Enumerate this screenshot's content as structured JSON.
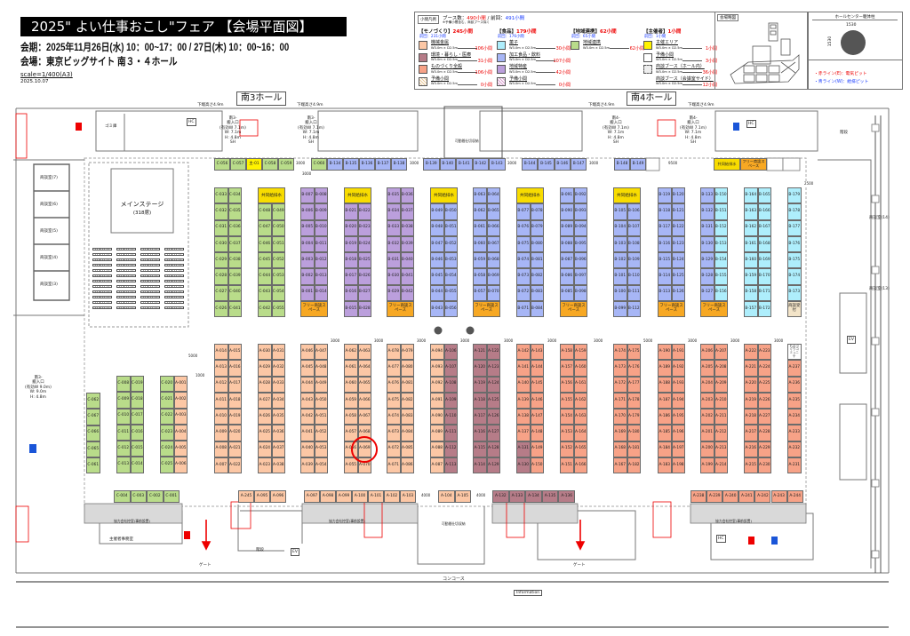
{
  "header": {
    "title": "2025\" よい仕事おこし\"フェア 【会場平面図】",
    "period": "会期：2025年11月26日(水) 10：00~17：00 / 27日(木) 10：00~16：00",
    "venue": "会場：東京ビッグサイト 南３・４ホール",
    "scale": "scale=1/400(A3)",
    "date": "2025.10.07"
  },
  "colors": {
    "machine": "#fcc7a5",
    "env": "#b67c88",
    "mono": "#f7a287",
    "local": "#b9dc8a",
    "sweets": "#aeeefc",
    "food": "#a7b6f6",
    "regional": "#bb9fdc",
    "host": "#fff200",
    "reserve": "#ffffff",
    "water": "#f8dc00",
    "free": "#f7a823",
    "meeting": "#f3e4c8",
    "community": "#ffffff",
    "accent_red": "#e00000",
    "accent_blue": "#1a3cff"
  },
  "legend": {
    "badge": "小間凡例",
    "summary_label": "ブース数：",
    "summary_count": "490小間",
    "summary_prev_label": " / 前回：",
    "summary_prev": "491小間",
    "note": "※予備小間含む、商談ブース除く",
    "groups": [
      {
        "title": "【モノづくり】",
        "count": "245小間",
        "prev": "前回：231小間",
        "items": [
          {
            "name": "機械金属",
            "size": "W3.0m × D2.5m",
            "count": "106小間",
            "cat": "machine"
          },
          {
            "name": "環境・暮らし・医療",
            "size": "W3.0m × D2.5m",
            "count": "31小間",
            "cat": "env"
          },
          {
            "name": "ものづくり全般",
            "size": "W3.0m × D2.5m",
            "count": "106小間",
            "cat": "mono"
          },
          {
            "name": "予備小間",
            "size": "W3.0m × D2.5m",
            "count": "0小間",
            "cat": "reserve-hatch-peach"
          }
        ]
      },
      {
        "title": "【食品】",
        "count": "179小間",
        "prev": "前回：176小間",
        "items": [
          {
            "name": "菓子",
            "size": "W3.0m × D2.5m",
            "count": "30小間",
            "cat": "sweets"
          },
          {
            "name": "加工食品・飲料",
            "size": "W3.0m × D2.5m",
            "count": "107小間",
            "cat": "food"
          },
          {
            "name": "地域特産",
            "size": "W3.0m × D2.5m",
            "count": "42小間",
            "cat": "regional"
          },
          {
            "name": "予備小間",
            "size": "W3.0m × D2.5m",
            "count": "0小間",
            "cat": "reserve-hatch-pink"
          }
        ]
      },
      {
        "title": "【地域連携】",
        "count": "62小間",
        "prev": "前回：65小間",
        "items": [
          {
            "name": "地域連携",
            "size": "W3.0m × D2.5m",
            "count": "62小間",
            "cat": "local"
          }
        ]
      },
      {
        "title": "【主催者】",
        "count": "1小間",
        "prev": "前回：1小間",
        "items": [
          {
            "name": "主催エリア",
            "size": "W3.0m × D2.5m",
            "count": "1小間",
            "cat": "host"
          },
          {
            "name": "予備小間",
            "size": "W3.0m × D2.5m",
            "count": "3小間",
            "cat": "reserve"
          },
          {
            "name": "商談ブース（ホール内）",
            "size": "W3.0m × D2.5m",
            "count": "36小間",
            "cat": "meeting-icon"
          },
          {
            "name": "商談ブース（会議室サイド）",
            "size": "W3.0m × D2.5m",
            "count": "12小間",
            "cat": "none"
          }
        ]
      }
    ],
    "overview_title": "会場略図",
    "pillar_title": "ホールセンター躯体柱",
    "pillar_dim": "1530",
    "pit_red": "・赤ライン(E)：電気ピット",
    "pit_blue": "・青ライン(W)：給排ピット"
  },
  "halls": {
    "south3": "南3ホール",
    "south4": "南4ホール"
  },
  "facilities": {
    "entrance_s3_a": [
      "南3-",
      "搬入口",
      "(有効W 7.1m)",
      "W: 7.1m",
      "H: 4.8m",
      "SH"
    ],
    "entrance_s3_b": [
      "南3-",
      "搬入口",
      "(有効W 7.1m)",
      "W: 7.1m",
      "H: 4.8m",
      "SH"
    ],
    "entrance_s4_a": [
      "南4-",
      "搬入口",
      "(有効W 7.1m)",
      "W: 7.1m",
      "H: 4.8m",
      "SH"
    ],
    "entrance_s4_b": [
      "南4-",
      "搬入口",
      "(有効W 7.1m)",
      "W: 7.1m",
      "H: 4.8m",
      "SH"
    ],
    "entrance_left": [
      "南3-",
      "搬入口",
      "(有効W 9.0m)",
      "W: 9.0m",
      "H: 4.8m"
    ],
    "ceiling_note": "下端高さ4.9m",
    "trash": "ゴミ庫",
    "hc": "HC",
    "ev": "EV",
    "stairs": "階段",
    "gate": "ゲート",
    "concourse": "コンコース",
    "information": "Information",
    "organizer_office": "主催者事務室",
    "partner_room": "協力会社控室(事前設置)",
    "movable_partition": "可動間仕切収納",
    "stage_title": "メインステージ",
    "stage_seats": "(318席)",
    "meeting_rooms_left": [
      "商談室(7)",
      "商談室(6)",
      "商談室(5)",
      "商談室(4)",
      "商談室(3)"
    ],
    "meeting_rooms_right": [
      "商談室(14)",
      "商談室(13)"
    ]
  },
  "booths": {
    "upper_blocks": [
      {
        "cl": "local",
        "cr": "local",
        "left": [
          "C-033",
          "C-032",
          "C-031",
          "C-030",
          "C-029",
          "C-028",
          "C-027",
          "C-026"
        ],
        "right": [
          "C-034",
          "C-035",
          "C-036",
          "C-037",
          "C-038",
          "C-039",
          "C-040",
          "C-041"
        ]
      },
      {
        "header": "共同給排水",
        "cl": "local",
        "cr": "local",
        "left": [
          "C-048",
          "C-047",
          "C-046",
          "C-045",
          "C-044",
          "C-043",
          "C-042"
        ],
        "right": [
          "C-049",
          "C-050",
          "C-051",
          "C-052",
          "C-053",
          "C-054",
          "C-055"
        ]
      },
      {
        "footer": "フリー商談スペース",
        "cl": "regional",
        "cr": "regional",
        "left": [
          "B-007",
          "B-006",
          "B-005",
          "B-004",
          "B-003",
          "B-002",
          "B-001"
        ],
        "right": [
          "B-008",
          "B-009",
          "B-010",
          "B-011",
          "B-012",
          "B-013",
          "B-014"
        ]
      },
      {
        "header": "共同給排水",
        "cl": "regional",
        "cr": "regional",
        "left": [
          "B-021",
          "B-020",
          "B-019",
          "B-018",
          "B-017",
          "B-016",
          "B-015"
        ],
        "right": [
          "B-022",
          "B-023",
          "B-024",
          "B-025",
          "B-026",
          "B-027",
          "B-028"
        ]
      },
      {
        "footer": "フリー商談スペース",
        "cl": "regional",
        "cr": "regional",
        "left": [
          "B-035",
          "B-034",
          "B-033",
          "B-032",
          "B-031",
          "B-030",
          "B-029"
        ],
        "right": [
          "B-036",
          "B-037",
          "B-038",
          "B-039",
          "B-040",
          "B-041",
          "B-042"
        ]
      },
      {
        "header": "共同給排水",
        "cl": "food",
        "cr": "food",
        "left": [
          "B-049",
          "B-048",
          "B-047",
          "B-046",
          "B-045",
          "B-044",
          "B-043"
        ],
        "right": [
          "B-050",
          "B-051",
          "B-052",
          "B-053",
          "B-054",
          "B-055",
          "B-056"
        ]
      },
      {
        "footer": "フリー商談スペース",
        "cl": "food",
        "cr": "food",
        "left": [
          "B-063",
          "B-062",
          "B-061",
          "B-060",
          "B-059",
          "B-058",
          "B-057"
        ],
        "right": [
          "B-064",
          "B-065",
          "B-066",
          "B-067",
          "B-068",
          "B-069",
          "B-070"
        ]
      },
      {
        "header": "共同給排水",
        "cl": "food",
        "cr": "food",
        "left": [
          "B-077",
          "B-076",
          "B-075",
          "B-074",
          "B-073",
          "B-072",
          "B-071"
        ],
        "right": [
          "B-078",
          "B-079",
          "B-080",
          "B-081",
          "B-082",
          "B-083",
          "B-084"
        ]
      },
      {
        "footer": "フリー商談スペース",
        "cl": "food",
        "cr": "food",
        "left": [
          "B-091",
          "B-090",
          "B-089",
          "B-088",
          "B-087",
          "B-086",
          "B-085"
        ],
        "right": [
          "B-092",
          "B-093",
          "B-094",
          "B-095",
          "B-096",
          "B-097",
          "B-098"
        ]
      },
      {
        "header": "共同給排水",
        "cl": "food",
        "cr": "food",
        "left": [
          "B-105",
          "B-104",
          "B-103",
          "B-102",
          "B-101",
          "B-100",
          "B-099"
        ],
        "right": [
          "B-106",
          "B-107",
          "B-108",
          "B-109",
          "B-110",
          "B-111",
          "B-112"
        ]
      },
      {
        "footer": "フリー商談スペース",
        "cl": "food",
        "cr": "food",
        "left": [
          "B-119",
          "B-118",
          "B-117",
          "B-116",
          "B-115",
          "B-114",
          "B-113"
        ],
        "right": [
          "B-120",
          "B-121",
          "B-122",
          "B-123",
          "B-124",
          "B-125",
          "B-126"
        ]
      },
      {
        "footer": "フリー商談スペース",
        "cl": "food",
        "cr": "sweets",
        "left": [
          "B-133",
          "B-132",
          "B-131",
          "B-130",
          "B-129",
          "B-128",
          "B-127"
        ],
        "right": [
          "B-150",
          "B-151",
          "B-152",
          "B-153",
          "B-154",
          "B-155",
          "B-156"
        ]
      },
      {
        "cl": "sweets",
        "cr": "sweets",
        "left": [
          "B-164",
          "B-163",
          "B-162",
          "B-161",
          "B-160",
          "B-159",
          "B-158",
          "B-157"
        ],
        "right": [
          "B-165",
          "B-166",
          "B-167",
          "B-168",
          "B-169",
          "B-170",
          "B-171",
          "B-172"
        ]
      },
      {
        "single": true,
        "footer": "商談受付",
        "footer_cat": "meeting",
        "cl": "sweets",
        "left": [
          "B-179",
          "B-178",
          "B-177",
          "B-176",
          "B-175",
          "B-174",
          "B-173"
        ]
      }
    ],
    "lower_blocks": [
      {
        "single": true,
        "cl": "local",
        "left": [
          "C-062",
          "C-067",
          "C-066",
          "C-065",
          "C-061"
        ]
      },
      {
        "cl": "local",
        "cr": "local",
        "left": [
          "C-008",
          "C-009",
          "C-010",
          "C-011",
          "C-012",
          "C-013"
        ],
        "right": [
          "C-019",
          "C-018",
          "C-017",
          "C-016",
          "C-015",
          "C-014"
        ]
      },
      {
        "cl": "local",
        "cr": "machine",
        "left": [
          "C-020",
          "C-021",
          "C-022",
          "C-023",
          "C-024",
          "C-025"
        ],
        "right": [
          "A-001",
          "A-002",
          "A-003",
          "A-004",
          "A-005",
          "A-006"
        ]
      },
      {
        "cl": "machine",
        "cr": "machine",
        "left": [
          "A-014",
          "A-013",
          "A-012",
          "A-011",
          "A-010",
          "A-009",
          "A-008",
          "A-007"
        ],
        "right": [
          "A-015",
          "A-016",
          "A-017",
          "A-018",
          "A-019",
          "A-020",
          "A-021",
          "A-022"
        ]
      },
      {
        "cl": "machine",
        "cr": "machine",
        "left": [
          "A-030",
          "A-029",
          "A-028",
          "A-027",
          "A-026",
          "A-025",
          "A-024",
          "A-023"
        ],
        "right": [
          "A-031",
          "A-032",
          "A-033",
          "A-034",
          "A-035",
          "A-036",
          "A-037",
          "A-038"
        ]
      },
      {
        "cl": "machine",
        "cr": "machine",
        "left": [
          "A-046",
          "A-045",
          "A-044",
          "A-043",
          "A-042",
          "A-041",
          "A-040",
          "A-039"
        ],
        "right": [
          "A-047",
          "A-048",
          "A-049",
          "A-050",
          "A-051",
          "A-052",
          "A-053",
          "A-054"
        ]
      },
      {
        "cl": "machine",
        "cr": "machine",
        "left": [
          "A-062",
          "A-061",
          "A-060",
          "A-059",
          "A-058",
          "A-057",
          "A-056",
          "A-055"
        ],
        "right": [
          "A-063",
          "A-064",
          "A-065",
          "A-066",
          "A-067",
          "A-068",
          "A-069",
          "A-070"
        ],
        "highlight": "A-069"
      },
      {
        "cl": "machine",
        "cr": "machine",
        "left": [
          "A-078",
          "A-077",
          "A-076",
          "A-075",
          "A-074",
          "A-073",
          "A-072",
          "A-071"
        ],
        "right": [
          "A-079",
          "A-080",
          "A-081",
          "A-082",
          "A-083",
          "A-084",
          "A-085",
          "A-086"
        ]
      },
      {
        "cl": "machine",
        "cr": "env",
        "left": [
          "A-094",
          "A-093",
          "A-092",
          "A-091",
          "A-090",
          "A-089",
          "A-088",
          "A-087"
        ],
        "right": [
          "A-106",
          "A-107",
          "A-108",
          "A-109",
          "A-110",
          "A-111",
          "A-112",
          "A-113"
        ]
      },
      {
        "cl": "env",
        "cr": "env",
        "left": [
          "A-121",
          "A-120",
          "A-119",
          "A-118",
          "A-117",
          "A-116",
          "A-115",
          "A-114"
        ],
        "right": [
          "A-122",
          "A-123",
          "A-124",
          "A-125",
          "A-126",
          "A-127",
          "A-128",
          "A-129"
        ]
      },
      {
        "cl": "mono",
        "cr": "mono",
        "left_cats": [
          "mono",
          "mono",
          "mono",
          "mono",
          "mono",
          "mono",
          "env",
          "env"
        ],
        "left": [
          "A-142",
          "A-141",
          "A-140",
          "A-139",
          "A-138",
          "A-137",
          "A-131",
          "A-130"
        ],
        "right": [
          "A-143",
          "A-144",
          "A-145",
          "A-146",
          "A-147",
          "A-148",
          "A-149",
          "A-150"
        ]
      },
      {
        "cl": "mono",
        "cr": "mono",
        "left": [
          "A-158",
          "A-157",
          "A-156",
          "A-155",
          "A-154",
          "A-153",
          "A-152",
          "A-151"
        ],
        "right": [
          "A-159",
          "A-160",
          "A-161",
          "A-162",
          "A-163",
          "A-164",
          "A-165",
          "A-166"
        ]
      },
      {
        "cl": "mono",
        "cr": "mono",
        "left": [
          "A-174",
          "A-173",
          "A-172",
          "A-171",
          "A-170",
          "A-169",
          "A-168",
          "A-167"
        ],
        "right": [
          "A-175",
          "A-176",
          "A-177",
          "A-178",
          "A-179",
          "A-180",
          "A-181",
          "A-182"
        ]
      },
      {
        "cl": "mono",
        "cr": "mono",
        "left": [
          "A-190",
          "A-189",
          "A-188",
          "A-187",
          "A-186",
          "A-185",
          "A-184",
          "A-183"
        ],
        "right": [
          "A-191",
          "A-192",
          "A-193",
          "A-194",
          "A-195",
          "A-196",
          "A-197",
          "A-198"
        ]
      },
      {
        "cl": "mono",
        "cr": "mono",
        "left": [
          "A-206",
          "A-205",
          "A-204",
          "A-203",
          "A-202",
          "A-201",
          "A-200",
          "A-199"
        ],
        "right": [
          "A-207",
          "A-208",
          "A-209",
          "A-210",
          "A-211",
          "A-212",
          "A-213",
          "A-214"
        ]
      },
      {
        "cl": "mono",
        "cr": "mono",
        "left": [
          "A-222",
          "A-221",
          "A-220",
          "A-219",
          "A-218",
          "A-217",
          "A-216",
          "A-215"
        ],
        "right": [
          "A-223",
          "A-224",
          "A-225",
          "A-226",
          "A-227",
          "A-228",
          "A-229",
          "A-230"
        ]
      },
      {
        "single": true,
        "header": "ものづくりコミュニケ",
        "header_cat": "community",
        "cl": "mono",
        "left": [
          "A-237",
          "A-236",
          "A-235",
          "A-234",
          "A-233",
          "A-232",
          "A-231"
        ]
      }
    ],
    "top_strip": [
      {
        "cat": "local",
        "items": [
          "C-056",
          "C-057"
        ]
      },
      {
        "cat": "host",
        "items": [
          "主-01"
        ]
      },
      {
        "cat": "local",
        "items": [
          "C-058",
          "C-059"
        ]
      },
      {
        "cat": "local",
        "items": [
          "C-060"
        ]
      },
      {
        "cat": "food",
        "items": [
          "B-134",
          "B-135",
          "B-136",
          "B-137",
          "B-138"
        ]
      },
      {
        "cat": "food",
        "items": [
          "B-139",
          "B-140",
          "B-141",
          "B-142",
          "B-143"
        ]
      },
      {
        "cat": "food",
        "items": [
          "B-144",
          "B-145",
          "B-146",
          "B-147"
        ]
      },
      {
        "cat": "food",
        "items": [
          "B-148",
          "B-149"
        ]
      },
      {
        "cat": "water",
        "items": [
          "共同給排水"
        ]
      },
      {
        "cat": "free",
        "items": [
          "フリー商談スペース"
        ]
      }
    ],
    "bottom_strip": [
      {
        "cat": "local",
        "items": [
          "C-004",
          "C-003",
          "C-002",
          "C-001"
        ]
      },
      {
        "cat": "machine",
        "items": [
          "A-245",
          "A-095",
          "A-096"
        ]
      },
      {
        "cat": "machine",
        "items": [
          "A-097",
          "A-098",
          "A-099",
          "A-100",
          "A-101",
          "A-102",
          "A-103"
        ]
      },
      {
        "cat": "machine",
        "items": [
          "A-104",
          "A-105"
        ]
      },
      {
        "cat": "env",
        "items": [
          "A-132",
          "A-133",
          "A-134",
          "A-135",
          "A-136"
        ]
      },
      {
        "cat": "mono",
        "items": [
          "A-238",
          "A-239",
          "A-240",
          "A-241",
          "A-242",
          "A-243",
          "A-244"
        ]
      }
    ]
  },
  "dimensions": [
    "3000",
    "3000",
    "3000",
    "3000",
    "9500",
    "3000",
    "5000",
    "3000",
    "3000",
    "3000",
    "3000",
    "3000",
    "3000",
    "3000",
    "5000",
    "3000",
    "3000",
    "3000",
    "4000",
    "4000",
    "2500",
    "1000"
  ]
}
